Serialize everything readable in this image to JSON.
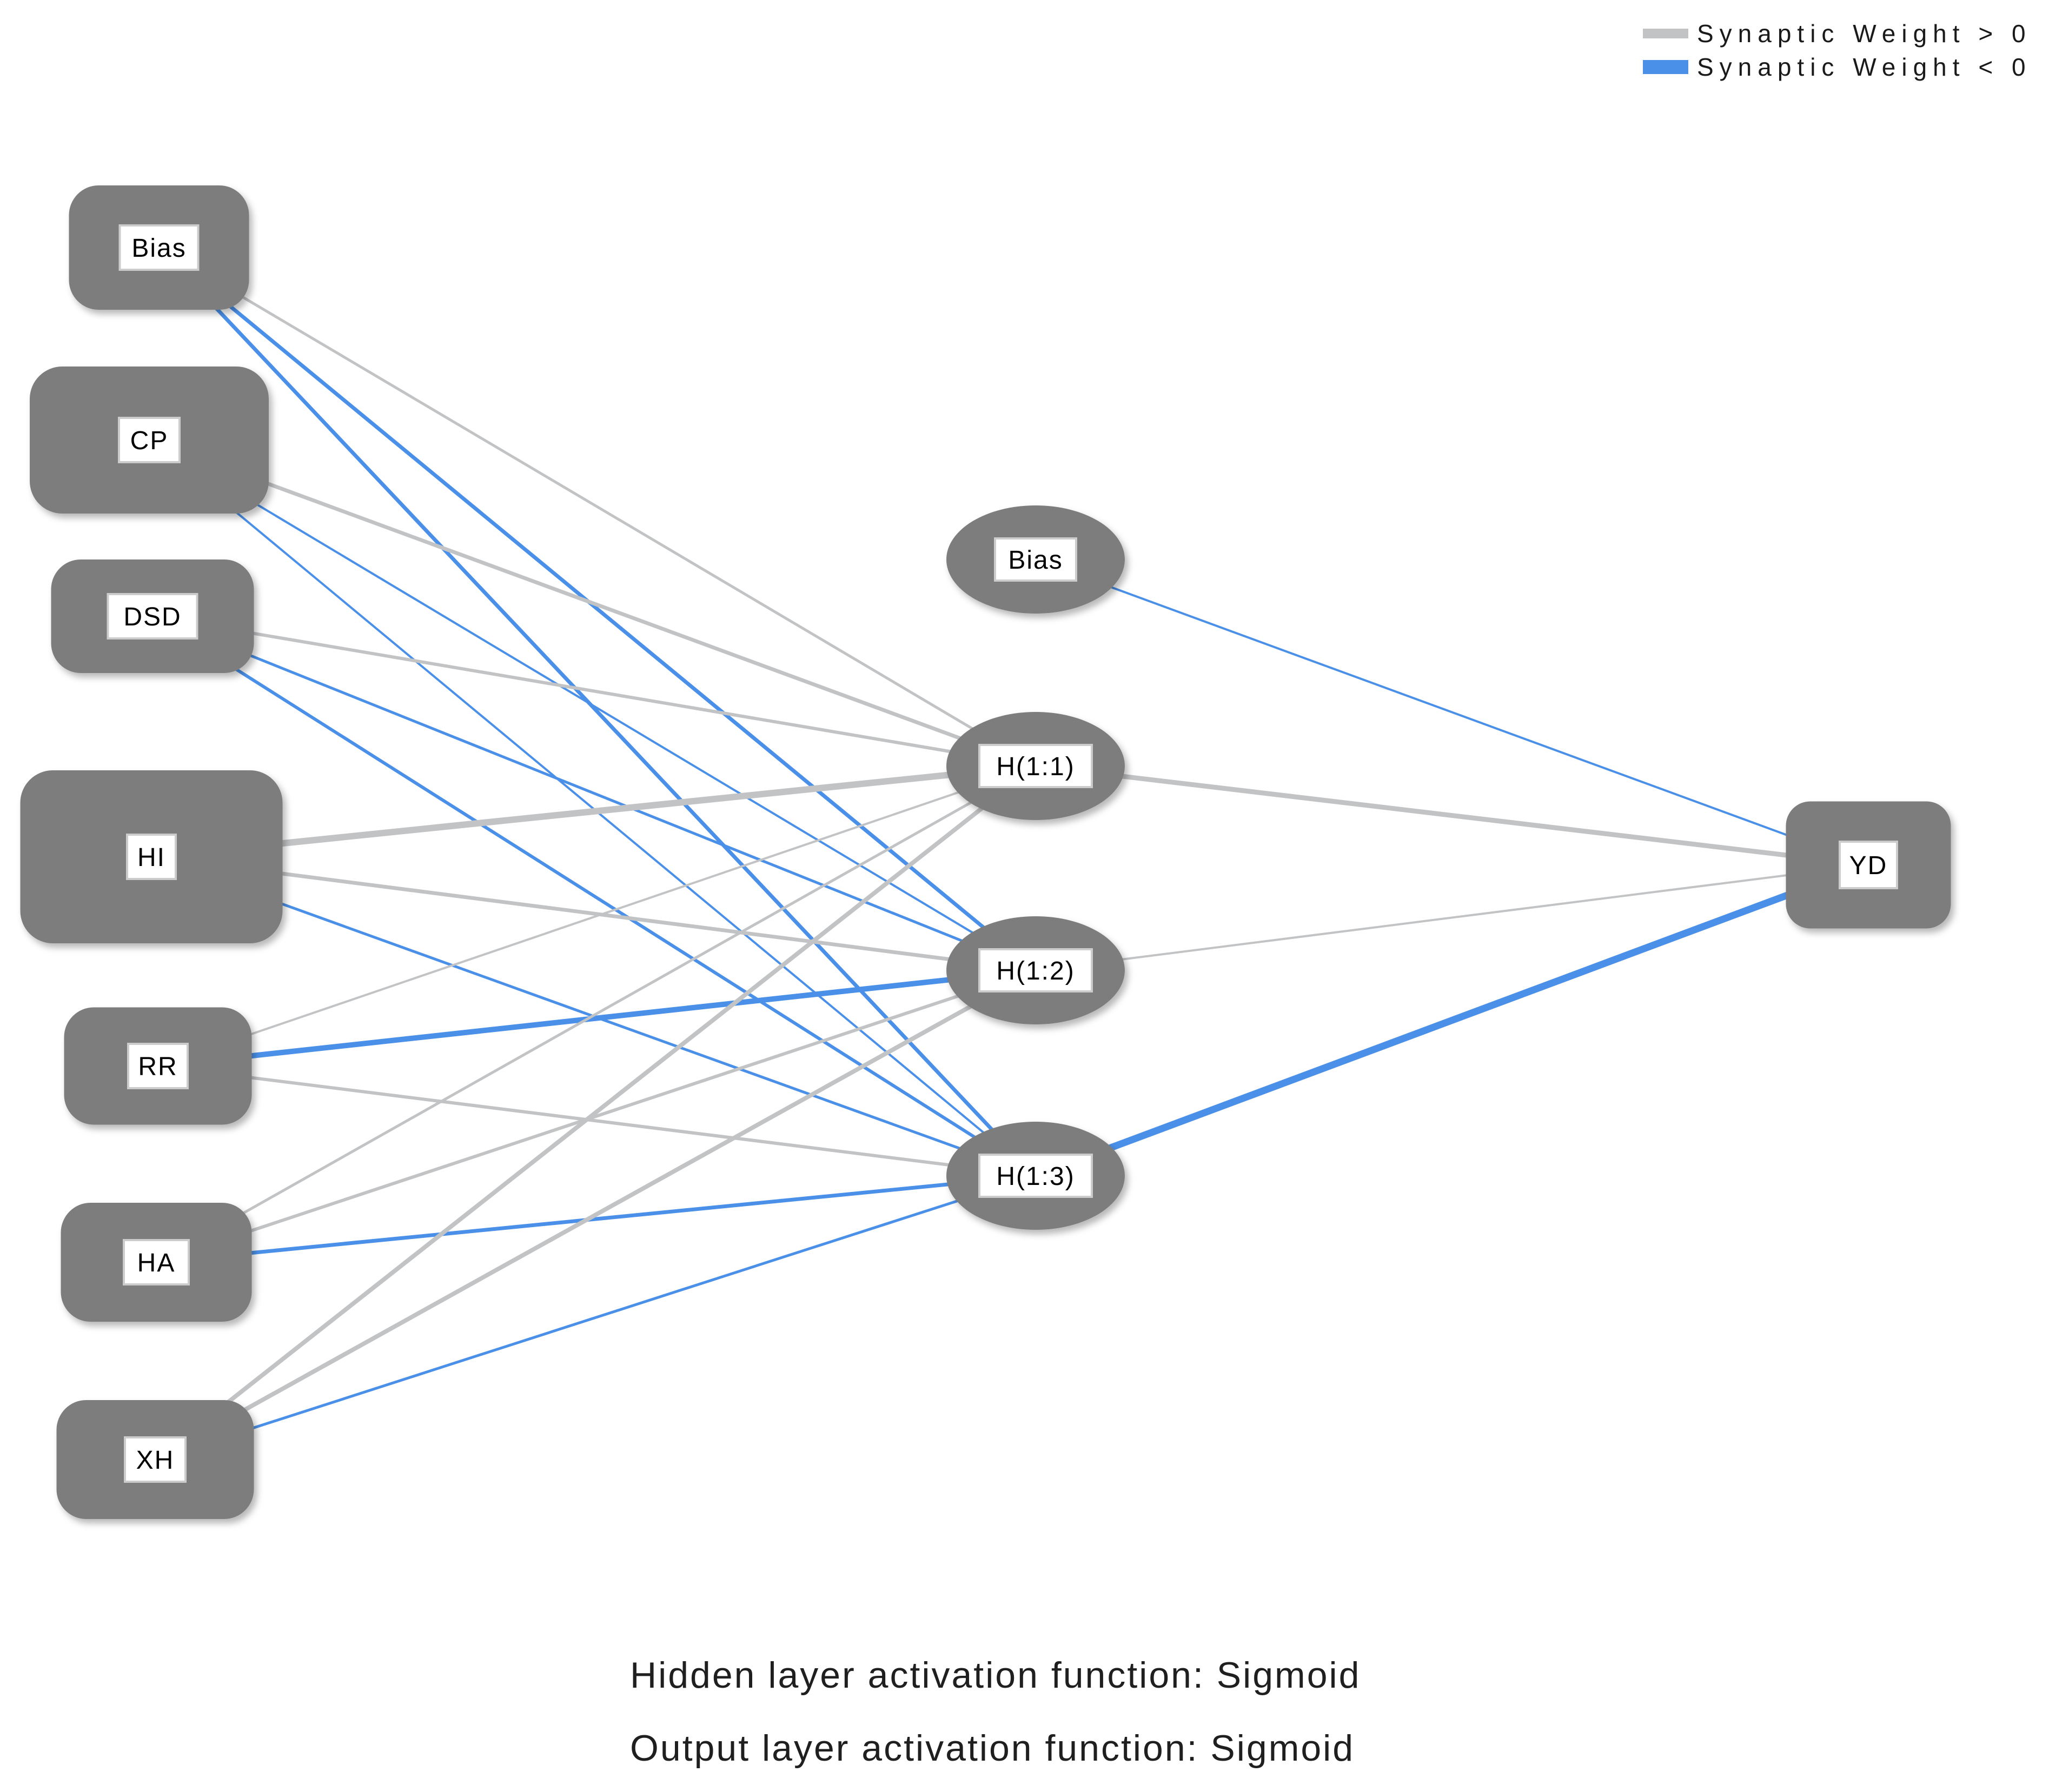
{
  "diagram_type": "neural-network-architecture",
  "colors": {
    "positive": "#c2c3c5",
    "negative": "#4a90e8",
    "node_fill": "#7d7d7d",
    "label_box_fill": "#ffffff",
    "label_box_border": "#cccccc",
    "text": "#000000",
    "background": "#ffffff"
  },
  "legend": {
    "items": [
      {
        "id": "positive",
        "label": "Synaptic Weight > 0",
        "color": "#c2c3c5"
      },
      {
        "id": "negative",
        "label": "Synaptic Weight < 0",
        "color": "#4a90e8"
      }
    ]
  },
  "footer": {
    "lines": [
      "Hidden layer activation function: Sigmoid",
      "Output layer activation function: Sigmoid"
    ]
  },
  "network": {
    "layers": [
      {
        "name": "input",
        "nodes": [
          "Bias",
          "CP",
          "DSD",
          "HI",
          "RR",
          "HA",
          "XH"
        ]
      },
      {
        "name": "hidden",
        "nodes": [
          "Bias",
          "H(1:1)",
          "H(1:2)",
          "H(1:3)"
        ]
      },
      {
        "name": "output",
        "nodes": [
          "YD"
        ]
      }
    ],
    "nodes": [
      {
        "id": "bias_in",
        "label": "Bias",
        "layer": "input",
        "shape": "rounded-rect"
      },
      {
        "id": "cp",
        "label": "CP",
        "layer": "input",
        "shape": "rounded-rect"
      },
      {
        "id": "dsd",
        "label": "DSD",
        "layer": "input",
        "shape": "rounded-rect"
      },
      {
        "id": "hi",
        "label": "HI",
        "layer": "input",
        "shape": "rounded-rect"
      },
      {
        "id": "rr",
        "label": "RR",
        "layer": "input",
        "shape": "rounded-rect"
      },
      {
        "id": "ha",
        "label": "HA",
        "layer": "input",
        "shape": "rounded-rect"
      },
      {
        "id": "xh",
        "label": "XH",
        "layer": "input",
        "shape": "rounded-rect"
      },
      {
        "id": "bias_h",
        "label": "Bias",
        "layer": "hidden",
        "shape": "ellipse"
      },
      {
        "id": "h11",
        "label": "H(1:1)",
        "layer": "hidden",
        "shape": "ellipse"
      },
      {
        "id": "h12",
        "label": "H(1:2)",
        "layer": "hidden",
        "shape": "ellipse"
      },
      {
        "id": "h13",
        "label": "H(1:3)",
        "layer": "hidden",
        "shape": "ellipse"
      },
      {
        "id": "yd",
        "label": "YD",
        "layer": "output",
        "shape": "rounded-rect"
      }
    ],
    "edges": [
      {
        "from": "bias_in",
        "to": "h11",
        "sign": "positive",
        "thickness": 5
      },
      {
        "from": "bias_in",
        "to": "h12",
        "sign": "negative",
        "thickness": 7
      },
      {
        "from": "bias_in",
        "to": "h13",
        "sign": "negative",
        "thickness": 7
      },
      {
        "from": "cp",
        "to": "h11",
        "sign": "positive",
        "thickness": 7
      },
      {
        "from": "cp",
        "to": "h12",
        "sign": "negative",
        "thickness": 4
      },
      {
        "from": "cp",
        "to": "h13",
        "sign": "negative",
        "thickness": 4
      },
      {
        "from": "dsd",
        "to": "h11",
        "sign": "positive",
        "thickness": 6
      },
      {
        "from": "dsd",
        "to": "h12",
        "sign": "negative",
        "thickness": 5
      },
      {
        "from": "dsd",
        "to": "h13",
        "sign": "negative",
        "thickness": 6
      },
      {
        "from": "hi",
        "to": "h11",
        "sign": "positive",
        "thickness": 12
      },
      {
        "from": "hi",
        "to": "h12",
        "sign": "positive",
        "thickness": 7
      },
      {
        "from": "hi",
        "to": "h13",
        "sign": "negative",
        "thickness": 5
      },
      {
        "from": "rr",
        "to": "h11",
        "sign": "positive",
        "thickness": 4
      },
      {
        "from": "rr",
        "to": "h12",
        "sign": "negative",
        "thickness": 10
      },
      {
        "from": "rr",
        "to": "h13",
        "sign": "positive",
        "thickness": 6
      },
      {
        "from": "ha",
        "to": "h11",
        "sign": "positive",
        "thickness": 5
      },
      {
        "from": "ha",
        "to": "h12",
        "sign": "positive",
        "thickness": 6
      },
      {
        "from": "ha",
        "to": "h13",
        "sign": "negative",
        "thickness": 7
      },
      {
        "from": "xh",
        "to": "h11",
        "sign": "positive",
        "thickness": 8
      },
      {
        "from": "xh",
        "to": "h12",
        "sign": "positive",
        "thickness": 8
      },
      {
        "from": "xh",
        "to": "h13",
        "sign": "negative",
        "thickness": 5
      },
      {
        "from": "bias_h",
        "to": "yd",
        "sign": "negative",
        "thickness": 4
      },
      {
        "from": "h11",
        "to": "yd",
        "sign": "positive",
        "thickness": 9
      },
      {
        "from": "h12",
        "to": "yd",
        "sign": "positive",
        "thickness": 4
      },
      {
        "from": "h13",
        "to": "yd",
        "sign": "negative",
        "thickness": 13
      }
    ]
  }
}
